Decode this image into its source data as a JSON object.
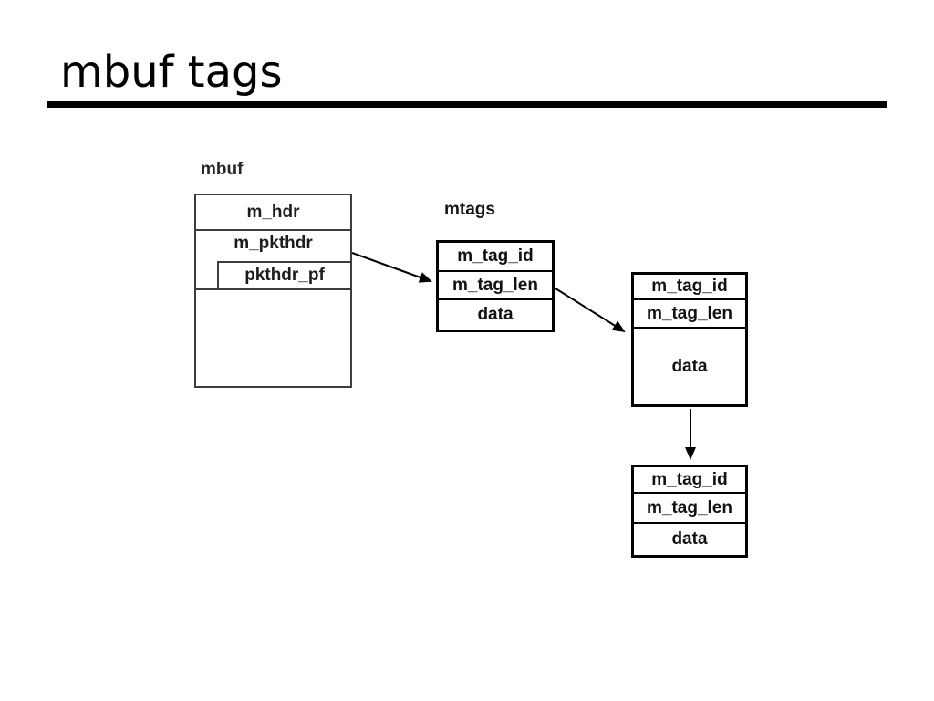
{
  "slide": {
    "title": "mbuf tags"
  },
  "diagram": {
    "mbuf": {
      "label": "mbuf",
      "row_m_hdr": "m_hdr",
      "row_m_pkthdr": "m_pkthdr",
      "row_pkthdr_pf": "pkthdr_pf"
    },
    "mtags_label": "mtags",
    "tag_nodes": [
      {
        "rows": [
          "m_tag_id",
          "m_tag_len",
          "data"
        ]
      },
      {
        "rows": [
          "m_tag_id",
          "m_tag_len",
          "data"
        ]
      },
      {
        "rows": [
          "m_tag_id",
          "m_tag_len",
          "data"
        ]
      }
    ],
    "arrows": [
      "pkthdr_pf to first mtag",
      "first mtag to second mtag",
      "second mtag to third mtag"
    ],
    "colors": {
      "background": "#ffffff",
      "mbuf_border": "#3d3d3d",
      "tag_border": "#000000",
      "text": "#111111",
      "title_text": "#000000",
      "title_rule": "#000000"
    }
  }
}
